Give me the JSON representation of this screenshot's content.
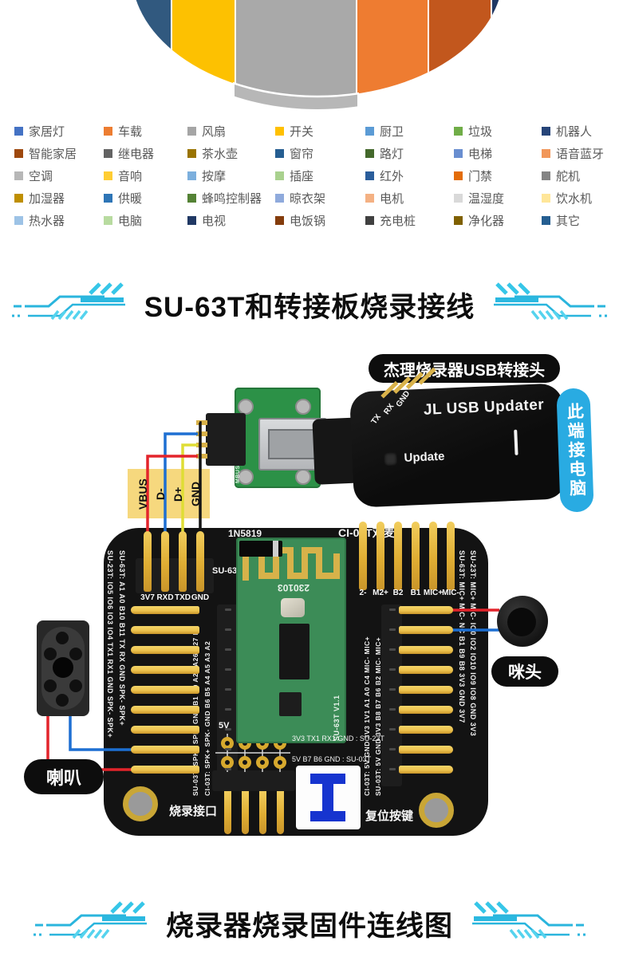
{
  "pie": {
    "segments": [
      {
        "name": "segment-1",
        "color": "#31597f"
      },
      {
        "name": "segment-2",
        "color": "#fdc101"
      },
      {
        "name": "segment-3",
        "color": "#a9a9a9"
      },
      {
        "name": "segment-4",
        "color": "#ee7c31"
      },
      {
        "name": "segment-5",
        "color": "#c2571d"
      },
      {
        "name": "segment-6",
        "color": "#1f3864"
      }
    ],
    "side_color": "#b7b7b7"
  },
  "legend": {
    "items": [
      {
        "label": "家居灯",
        "color": "#4472c4"
      },
      {
        "label": "车载",
        "color": "#ed7d31"
      },
      {
        "label": "风扇",
        "color": "#a5a5a5"
      },
      {
        "label": "开关",
        "color": "#ffc000"
      },
      {
        "label": "厨卫",
        "color": "#5b9bd5"
      },
      {
        "label": "垃圾",
        "color": "#70ad47"
      },
      {
        "label": "机器人",
        "color": "#264478"
      },
      {
        "label": "智能家居",
        "color": "#9e480e"
      },
      {
        "label": "继电器",
        "color": "#636363"
      },
      {
        "label": "茶水壶",
        "color": "#997300"
      },
      {
        "label": "窗帘",
        "color": "#255e91"
      },
      {
        "label": "路灯",
        "color": "#43682b"
      },
      {
        "label": "电梯",
        "color": "#698ed0"
      },
      {
        "label": "语音蓝牙",
        "color": "#f1975a"
      },
      {
        "label": "空调",
        "color": "#b7b7b7"
      },
      {
        "label": "音响",
        "color": "#ffcd33"
      },
      {
        "label": "按摩",
        "color": "#7cafdd"
      },
      {
        "label": "插座",
        "color": "#a9d18e"
      },
      {
        "label": "红外",
        "color": "#2a5d9b"
      },
      {
        "label": "门禁",
        "color": "#e36c09"
      },
      {
        "label": "舵机",
        "color": "#848484"
      },
      {
        "label": "加湿器",
        "color": "#bf8f00"
      },
      {
        "label": "供暖",
        "color": "#2e75b6"
      },
      {
        "label": "蜂鸣控制器",
        "color": "#548235"
      },
      {
        "label": "晾衣架",
        "color": "#8faadc"
      },
      {
        "label": "电机",
        "color": "#f4b183"
      },
      {
        "label": "温湿度",
        "color": "#d9d9d9"
      },
      {
        "label": "饮水机",
        "color": "#ffe699"
      },
      {
        "label": "热水器",
        "color": "#9dc3e6"
      },
      {
        "label": "电脑",
        "color": "#b8dba0"
      },
      {
        "label": "电视",
        "color": "#203864"
      },
      {
        "label": "电饭锅",
        "color": "#843c0c"
      },
      {
        "label": "充电桩",
        "color": "#404040"
      },
      {
        "label": "净化器",
        "color": "#7f6000"
      },
      {
        "label": "其它",
        "color": "#255e91"
      }
    ]
  },
  "sections": {
    "title1": "SU-63T和转接板烧录接线",
    "title2": "烧录器烧录固件连线图"
  },
  "diagram": {
    "updater_bubble": "杰理烧录器USB转接头",
    "updater": {
      "name": "JL USB Updater",
      "button_label": "Update",
      "pin_labels": [
        "TX",
        "RX",
        "GND"
      ]
    },
    "pc_label": "此端接电脑",
    "usb_signals": [
      "VBUS",
      "D-",
      "D+",
      "GND"
    ],
    "speaker_label": "喇叭",
    "mic_label": "咪头",
    "board": {
      "diode": "1N5819",
      "dual_mic": "CI-03T双麦",
      "footprint": "SU-63T",
      "module_silk": "230103",
      "module_name": "SU-63T V1.1",
      "usb_board_silk": "MBUS",
      "top_pins": [
        "3V7",
        "RXD",
        "TXD",
        "GND"
      ],
      "top_right_pins": [
        "2-",
        "M2+",
        "B2",
        "B1",
        "MIC+",
        "MIC-"
      ],
      "left_col_outer": "SU-23T: IO5 IO6 IO3 IO4 TX1 RX1 GND SPK- SPK+",
      "left_col_inner": "SU-63T: A1 A0 B10 B11 TX RX GND SPK- SPK+",
      "right_col_inner": "SU-63T: MIC+ MIC- NC B1 B9 B8 3V3 GND 3V7",
      "right_col_outer": "SU-23T: MIC+ MIC- IO0 IO2 IO10 IO9 IO8 GND 3V3",
      "mod_left_col1": "SU-03T: SPK+ SPK- GND B1 B0 A25 A26 A27 B3",
      "mod_left_col2": "CI-03T: SPK+ SPK- GND B6 B5 A4 A5 A3 A2",
      "mod_right_col1": "CI-03T: 5V GND 3V3 1V1 A1 A0 C4 MIC- MIC+",
      "mod_right_col2": "SU-03T: 5V GND 3V3 B8 B7 B6 B2 MIC- MIC+",
      "prog_5v": "5V",
      "prog_row1": "3V3 TX1 RX1 GND : SU-23T",
      "prog_row2": "5V B7 B6 GND : SU-03T",
      "burn_port": "烧录接口",
      "reset_label": "复位按键"
    }
  }
}
